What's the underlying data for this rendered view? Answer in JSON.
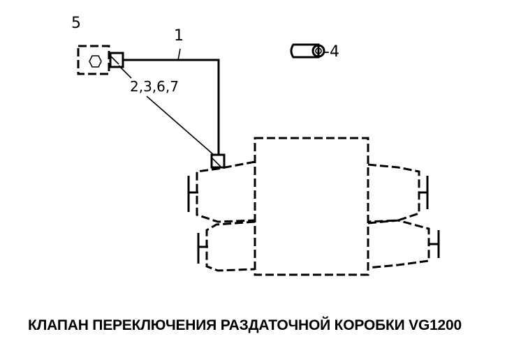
{
  "callouts": {
    "c1": "1",
    "c5": "5",
    "c2367": "2,3,6,7",
    "c4": "-4"
  },
  "caption": "КЛАПАН ПЕРЕКЛЮЧЕНИЯ РАЗДАТОЧНОЙ КОРОБКИ VG1200",
  "colors": {
    "ink": "#000000",
    "paper": "#ffffff"
  }
}
